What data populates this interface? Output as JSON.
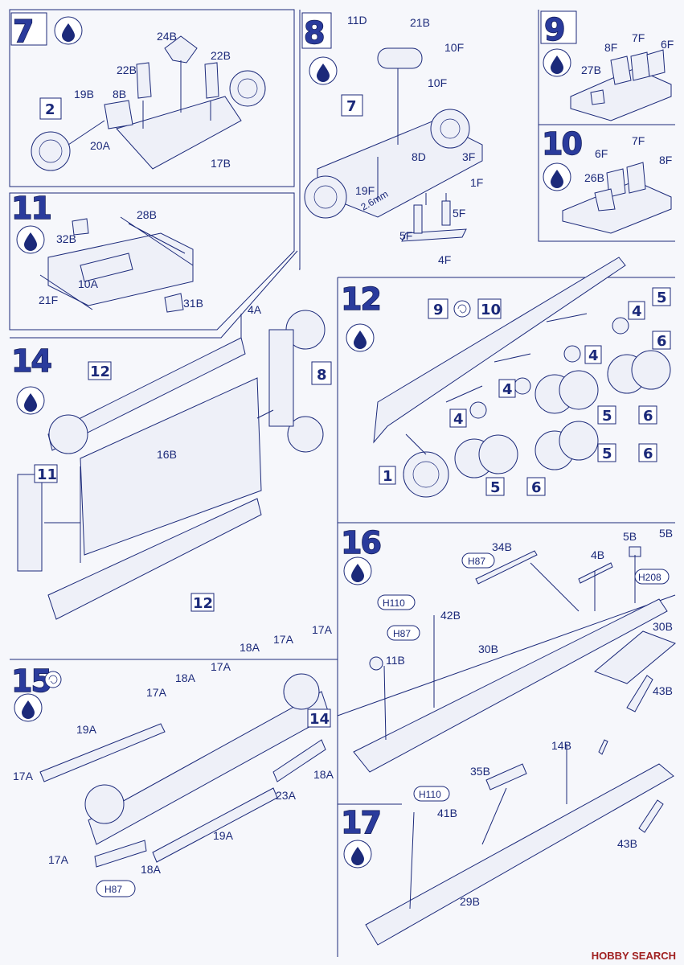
{
  "steps": {
    "s7": {
      "num": "7",
      "labels": [
        "24B",
        "22B",
        "22B",
        "19B",
        "8B",
        "20A",
        "17B"
      ],
      "sub": "2"
    },
    "s8": {
      "num": "8",
      "labels": [
        "11D",
        "21B",
        "10F",
        "10F",
        "8D",
        "3F",
        "19F",
        "1F",
        "5F",
        "5F",
        "4F"
      ],
      "sub": "7",
      "dim": "2.6mm"
    },
    "s9": {
      "num": "9",
      "labels": [
        "8F",
        "7F",
        "6F",
        "27B"
      ]
    },
    "s10": {
      "num": "10",
      "labels": [
        "6F",
        "7F",
        "8F",
        "26B"
      ]
    },
    "s11": {
      "num": "11",
      "labels": [
        "28B",
        "32B",
        "10A",
        "21F",
        "31B"
      ]
    },
    "s12": {
      "num": "12",
      "labels": [
        "4",
        "4",
        "4",
        "4",
        "5",
        "6",
        "1"
      ],
      "subs": [
        "9",
        "10",
        "5",
        "6",
        "5",
        "6",
        "5",
        "6"
      ]
    },
    "s14": {
      "num": "14",
      "labels": [
        "4A",
        "16B"
      ],
      "subs": [
        "12",
        "8",
        "11",
        "12"
      ]
    },
    "s15": {
      "num": "15",
      "labels": [
        "17A",
        "17A",
        "17A",
        "18A",
        "18A",
        "17A",
        "19A",
        "17A",
        "18A",
        "23A",
        "19A",
        "18A",
        "17A"
      ],
      "sub": "14",
      "paint": "H87"
    },
    "s16": {
      "num": "16",
      "labels": [
        "34B",
        "4B",
        "5B",
        "5B",
        "42B",
        "11B",
        "30B",
        "30B",
        "43B"
      ],
      "paints": [
        "H87",
        "H110",
        "H87",
        "H208"
      ]
    },
    "s17": {
      "num": "17",
      "labels": [
        "14B",
        "35B",
        "41B",
        "43B",
        "29B"
      ],
      "paints": [
        "H110"
      ]
    }
  },
  "footer": "HOBBY SEARCH"
}
